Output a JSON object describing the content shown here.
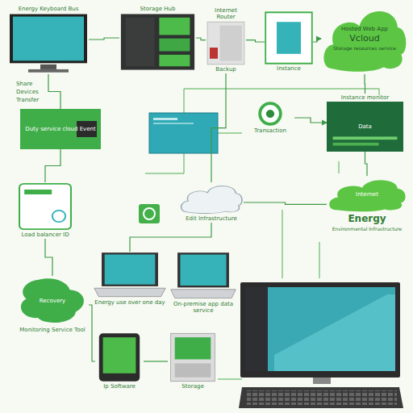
{
  "diagram": {
    "nodes": [
      {
        "text": [
          "Energy Keyboard Bus"
        ]
      },
      {
        "text": [
          "Storage Hub"
        ]
      },
      {
        "text": [
          "Internet Router",
          "Backup"
        ]
      },
      {
        "text": [
          "Instance"
        ]
      },
      {
        "text": [
          "Hosted Web App",
          "Vcloud",
          "Storage resources service"
        ]
      },
      {
        "text": [
          "Duty service cloud Event"
        ]
      },
      {
        "text": [
          "Transaction"
        ]
      },
      {
        "text": [
          "Instance monitor",
          "Data"
        ]
      },
      {
        "text": [
          "Load balancer ID"
        ]
      },
      {
        "text": [
          "Edit Infrastructure"
        ]
      },
      {
        "text": [
          "Internet",
          "Energy",
          "Environmental Infrastructure"
        ]
      },
      {
        "text": [
          "Energy use over one day"
        ]
      },
      {
        "text": [
          "On-premise app data service"
        ]
      },
      {
        "text": [
          "Recovery",
          "Monitoring Service Tool"
        ]
      },
      {
        "text": [
          "Ip Software"
        ]
      },
      {
        "text": [
          "Storage"
        ]
      }
    ],
    "edges": [
      {
        "from": 0,
        "to": 1,
        "arrow": "none"
      },
      {
        "from": 1,
        "to": 2,
        "arrow": "none"
      },
      {
        "from": 2,
        "to": 3,
        "arrow": "none"
      },
      {
        "from": 3,
        "to": 4,
        "arrow": "to"
      },
      {
        "from": 0,
        "to": 5,
        "arrow": "none"
      },
      {
        "from": 5,
        "to": 8,
        "arrow": "none"
      },
      {
        "from": 6,
        "to": 7,
        "arrow": "to"
      },
      {
        "from": 4,
        "to": 7,
        "arrow": "none"
      },
      {
        "from": 7,
        "to": 10,
        "arrow": "none"
      },
      {
        "from": 9,
        "to": 10,
        "arrow": "none"
      },
      {
        "from": 8,
        "to": 13,
        "arrow": "none"
      },
      {
        "from": 13,
        "to": 14,
        "arrow": "none"
      },
      {
        "from": 14,
        "to": 15,
        "arrow": "none"
      },
      {
        "from": 9,
        "to": 11,
        "arrow": "none"
      },
      {
        "from": 2,
        "to": 9,
        "arrow": "none"
      }
    ],
    "labels": [
      "Share",
      "Devices",
      "Transfer"
    ]
  }
}
